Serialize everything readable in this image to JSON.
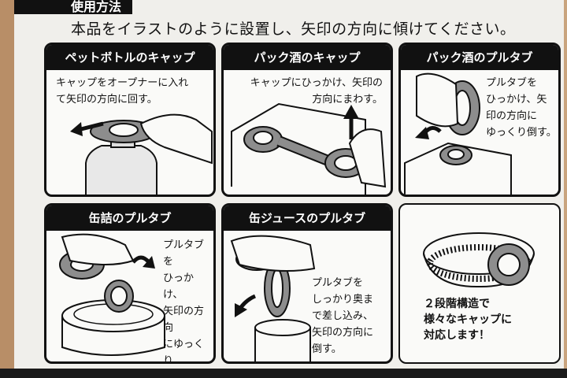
{
  "header": {
    "usage_title": "使用方法",
    "instruction": "本品をイラストのように設置し、矢印の方向に傾けてください。"
  },
  "panels": [
    {
      "title": "ペットボトルのキャップ",
      "text": "キャップをオープナーに入れ\nて矢印の方向に回す。"
    },
    {
      "title": "パック酒のキャップ",
      "text": "キャップにひっかけ、矢印の\n方向にまわす。"
    },
    {
      "title": "パック酒のプルタブ",
      "text": "プルタブを\nひっかけ、矢\n印の方向に\nゆっくり倒す。"
    },
    {
      "title": "缶詰のプルタブ",
      "text": "プルタブを\nひっかけ、\n矢印の方向\nにゆっくり\n倒す。"
    },
    {
      "title": "缶ジュースのプルタブ",
      "text": "プルタブを\nしっかり奥ま\nで差し込み、\n矢印の方向に\n倒す。"
    },
    {
      "title": "",
      "text": "２段階構造で\n様々なキャップに\n対応します！"
    }
  ],
  "colors": {
    "ink": "#111111",
    "card": "#f0efeb",
    "tool": "#8d8d8d",
    "background": "#c9a47e"
  }
}
